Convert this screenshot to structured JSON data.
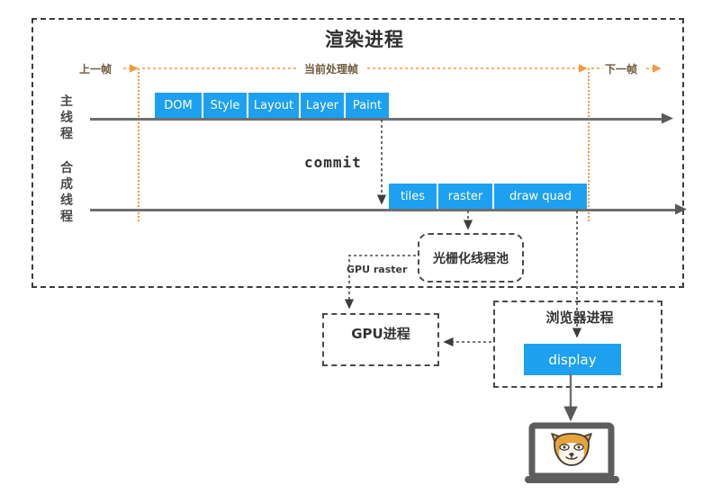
{
  "diagram": {
    "title": "渲染进程",
    "type": "rendering-pipeline-timeline"
  },
  "timeline": {
    "frame_markers": [
      {
        "id": "previous-frame",
        "label": "上一帧"
      },
      {
        "id": "current-frame",
        "label": "当前处理帧"
      },
      {
        "id": "next-frame",
        "label": "下一帧"
      }
    ],
    "threads": [
      {
        "id": "main-thread",
        "label": "主线程",
        "blocks": [
          {
            "label": "DOM",
            "width": 54
          },
          {
            "label": "Style",
            "width": 50
          },
          {
            "label": "Layout",
            "width": 58
          },
          {
            "label": "Layer",
            "width": 50
          },
          {
            "label": "Paint",
            "width": 48
          }
        ]
      },
      {
        "id": "compositor-thread",
        "label": "合成线程",
        "blocks": [
          {
            "label": "tiles",
            "width": 55
          },
          {
            "label": "raster",
            "width": 62
          },
          {
            "label": "draw quad",
            "width": 103
          }
        ]
      }
    ],
    "commit_label": "commit"
  },
  "nodes": {
    "raster_pool": "光栅化线程池",
    "gpu_raster_edge": "GPU raster",
    "gpu_process": "GPU进程",
    "browser_process": "浏览器进程",
    "display_block": "display",
    "screen_device": "laptop-screen"
  },
  "colors": {
    "block_blue": "#1ea0f0",
    "frame_orange": "#f09a3e",
    "line_gray": "#6f6f6f",
    "border_dark": "#3c3c3c",
    "laptop_gray": "#5d5d5d",
    "doge_yellow": "#e8a33b"
  }
}
